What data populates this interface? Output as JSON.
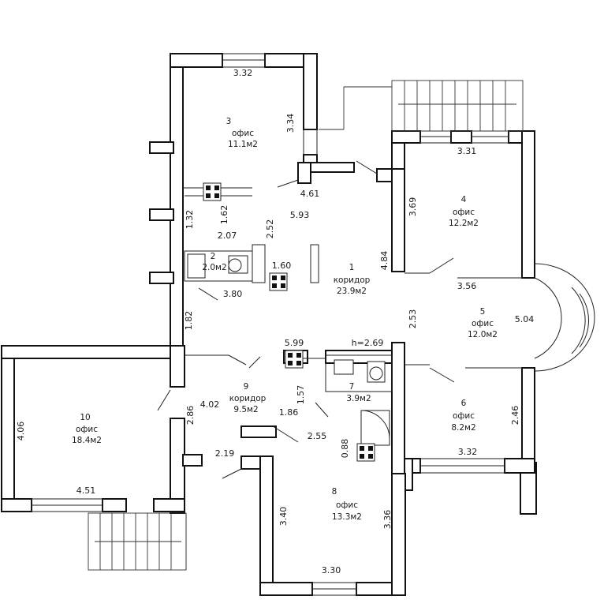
{
  "plan": {
    "ceiling_height": "h=2.69",
    "rooms": [
      {
        "id": "room-3",
        "number": "3",
        "name": "офис",
        "area": "11.1м2"
      },
      {
        "id": "room-4",
        "number": "4",
        "name": "офис",
        "area": "12.2м2"
      },
      {
        "id": "room-2",
        "number": "2",
        "name": "",
        "area": "2.0м2"
      },
      {
        "id": "room-1",
        "number": "1",
        "name": "коридор",
        "area": "23.9м2"
      },
      {
        "id": "room-5",
        "number": "5",
        "name": "офис",
        "area": "12.0м2"
      },
      {
        "id": "room-7",
        "number": "7",
        "name": "",
        "area": "3.9м2"
      },
      {
        "id": "room-9",
        "number": "9",
        "name": "коридор",
        "area": "9.5м2"
      },
      {
        "id": "room-10",
        "number": "10",
        "name": "офис",
        "area": "18.4м2"
      },
      {
        "id": "room-6",
        "number": "6",
        "name": "офис",
        "area": "8.2м2"
      },
      {
        "id": "room-8",
        "number": "8",
        "name": "офис",
        "area": "13.3м2"
      }
    ],
    "dimensions": [
      "3.32",
      "3.34",
      "4.61",
      "1.62",
      "5.93",
      "1.32",
      "2.52",
      "2.07",
      "3.31",
      "3.69",
      "4.84",
      "1.60",
      "3.80",
      "3.56",
      "1.82",
      "2.53",
      "5.04",
      "5.99",
      "1.57",
      "4.02",
      "1.86",
      "2.86",
      "4.06",
      "2.55",
      "0.88",
      "2.46",
      "2.19",
      "3.32",
      "4.51",
      "3.40",
      "3.36",
      "3.30"
    ]
  }
}
